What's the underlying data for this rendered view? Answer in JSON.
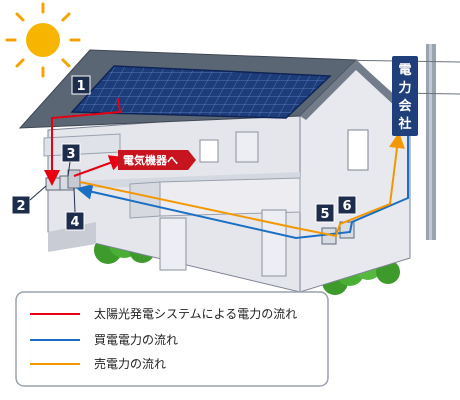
{
  "utility_label": "電力会社",
  "callout_label": "電気機器へ",
  "markers": [
    "1",
    "2",
    "3",
    "4",
    "5",
    "6"
  ],
  "legend": [
    {
      "label": "太陽光発電システムによる電力の流れ",
      "color": "#e60012"
    },
    {
      "label": "買電電力の流れ",
      "color": "#1a6fc4"
    },
    {
      "label": "売電力の流れ",
      "color": "#f39800"
    }
  ],
  "colors": {
    "panel": "#1c3c7a",
    "roof": "#5b6675",
    "wall": "#e4e6ec",
    "marker_bg": "#1f2d4d",
    "utility_bg": "#1f3f7a",
    "callout_bg": "#c8141e",
    "sun": "#f5a300"
  }
}
